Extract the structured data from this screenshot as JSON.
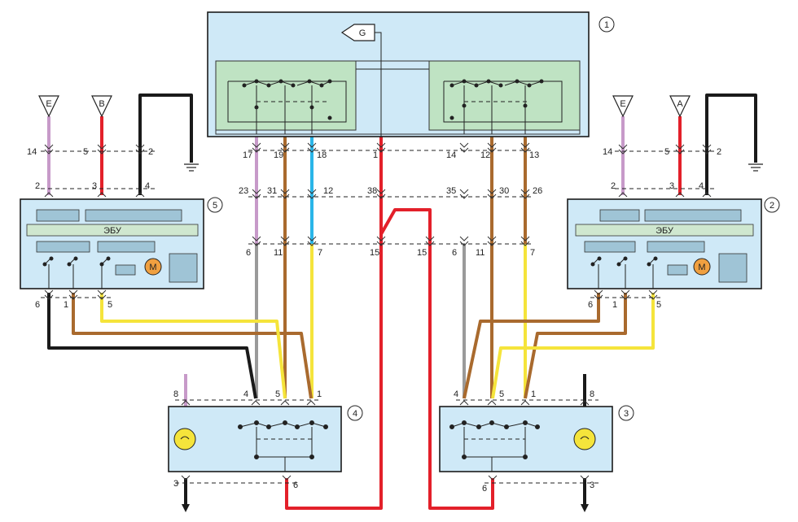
{
  "blocks": {
    "b1": "1",
    "b2": "2",
    "b3": "3",
    "b4": "4",
    "b5": "5"
  },
  "ecu_left": "ЭБУ",
  "ecu_right": "ЭБУ",
  "motor_left": "M",
  "motor_right": "M",
  "terminals": {
    "g": "G",
    "e_left": "E",
    "b_left": "B",
    "e_right": "E",
    "a_right": "A"
  },
  "pins": {
    "l_top": [
      "14",
      "5",
      "2"
    ],
    "l_mid": [
      "2",
      "3",
      "4"
    ],
    "l_bot": [
      "6",
      "1",
      "5"
    ],
    "c1": [
      "17",
      "19",
      "18",
      "1",
      "14",
      "12",
      "13"
    ],
    "c2": [
      "23",
      "31",
      "12",
      "38",
      "35",
      "30",
      "26"
    ],
    "c3": [
      "6",
      "11",
      "7",
      "15",
      "15",
      "6",
      "11",
      "7"
    ],
    "r_top": [
      "14",
      "5",
      "2"
    ],
    "r_mid": [
      "2",
      "3",
      "4"
    ],
    "r_bot": [
      "6",
      "1",
      "5"
    ],
    "b4_top": [
      "8",
      "4",
      "5",
      "1"
    ],
    "b4_bot": [
      "3",
      "6"
    ],
    "b3_top": [
      "4",
      "5",
      "1",
      "8"
    ],
    "b3_bot": [
      "6",
      "3"
    ]
  },
  "colors": {
    "red": "#e3202a",
    "black": "#1a1a1a",
    "pink": "#c79ac9",
    "brown": "#a96a2e",
    "cyan": "#2ab5e8",
    "yellow": "#f5e43b",
    "gray": "#9a9a9a",
    "box": "#cfe9f7",
    "inner": "#bfe3c3"
  }
}
